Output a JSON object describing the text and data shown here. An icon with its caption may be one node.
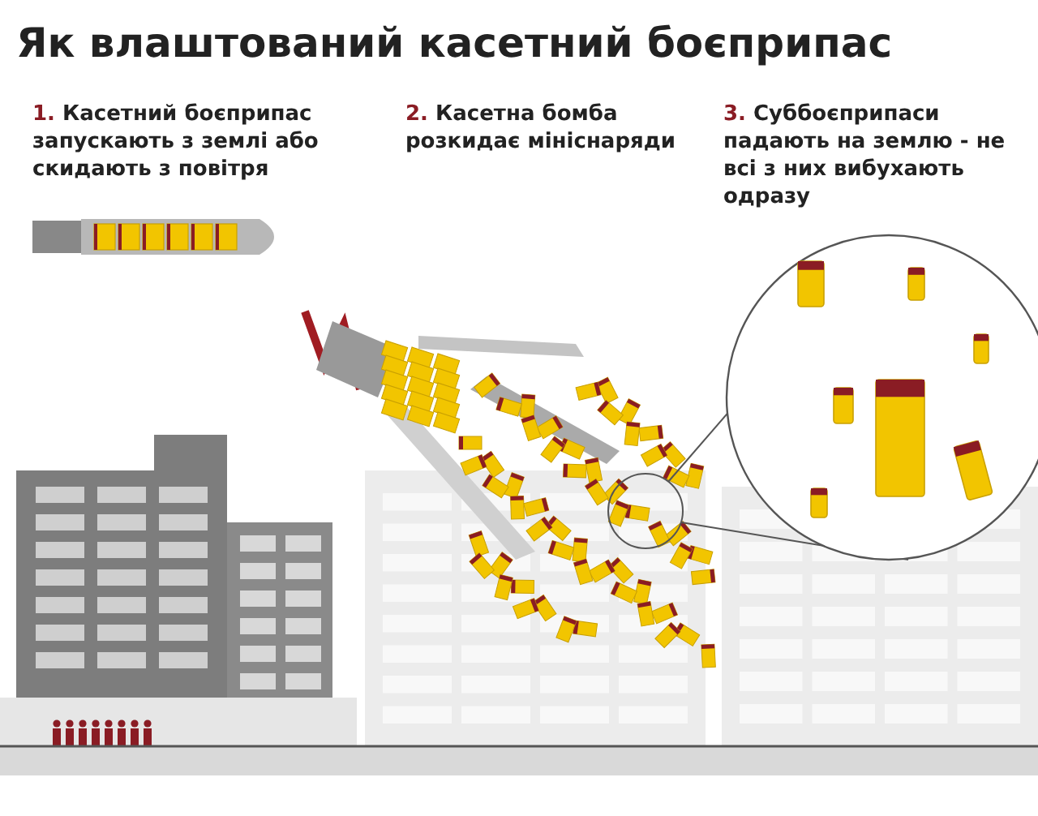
{
  "diagram": {
    "title": "Як влаштований касетний боєприпас",
    "labels": [
      "**1.** Касетний боєприпас запускають з землі або скидають з повітря",
      "**2.** Касетна бомба розкидає мініснаряди",
      "**3.** Суббоєприпаси падають на землю - не всі з них вибухають одразу"
    ]
  }
}
